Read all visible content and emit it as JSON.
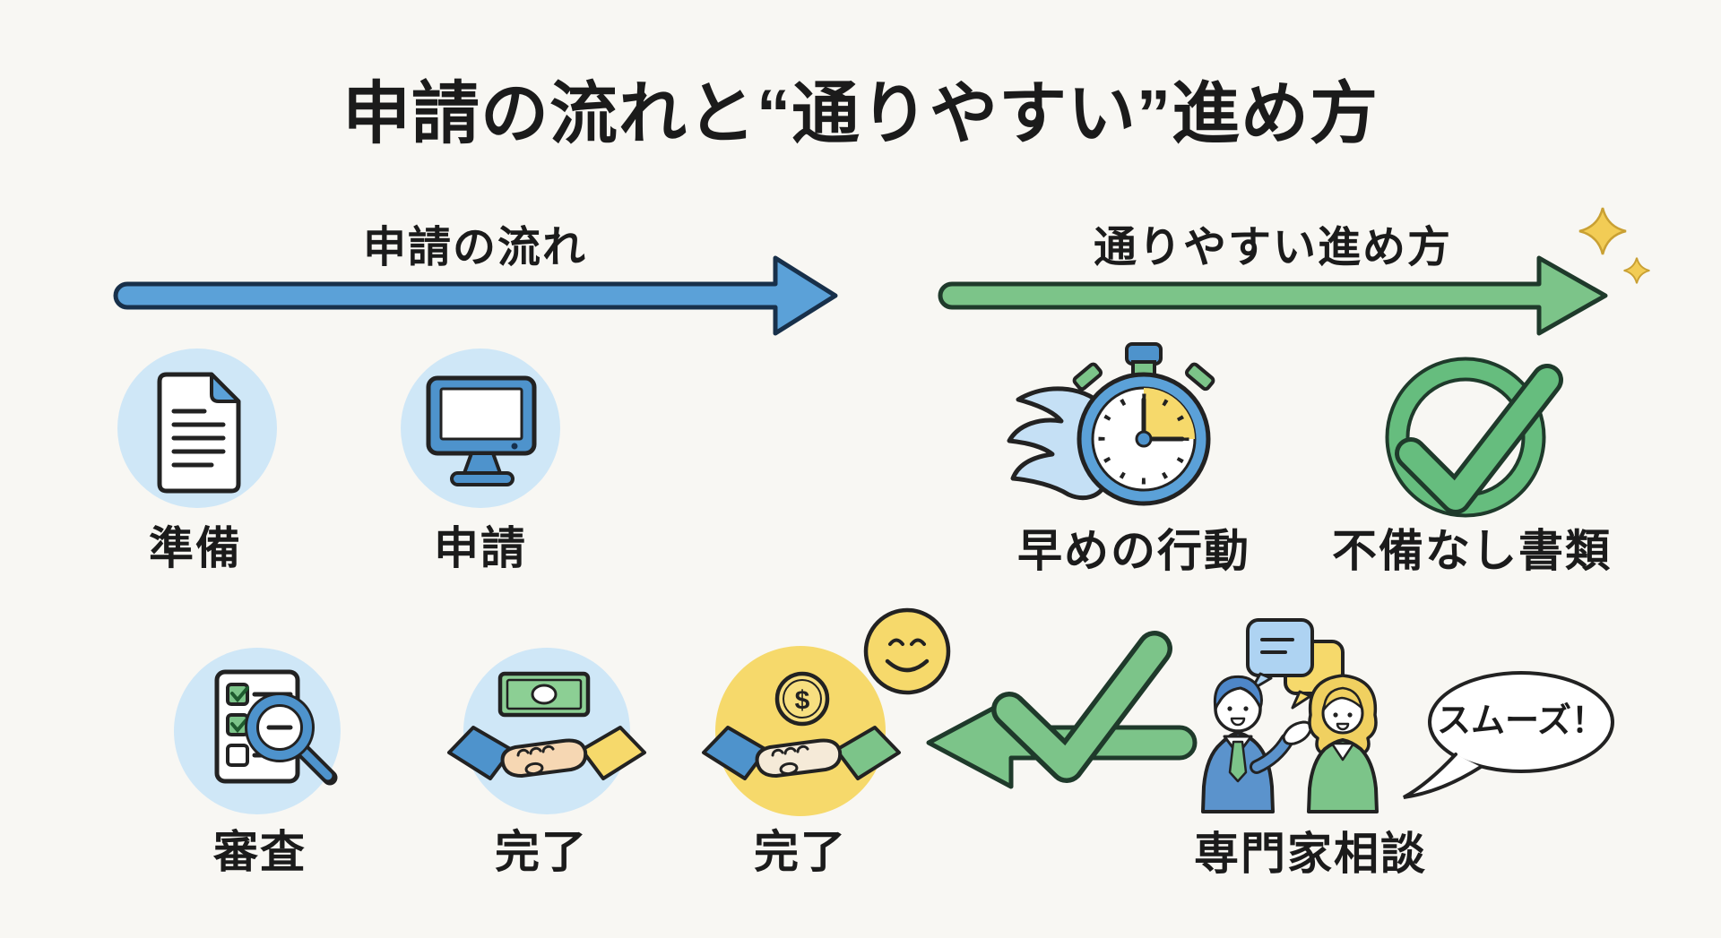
{
  "title": "申請の流れと“通りやすい”進め方",
  "sections": {
    "flow": {
      "header": "申請の流れ",
      "arrow_color": "#5ba1d8",
      "steps": [
        {
          "label": "準備",
          "icon": "document-icon"
        },
        {
          "label": "申請",
          "icon": "computer-monitor-icon"
        },
        {
          "label": "審査",
          "icon": "checklist-magnifier-icon"
        },
        {
          "label": "完了",
          "icon": "money-handshake-icon"
        }
      ]
    },
    "tips": {
      "header": "通りやすい進め方",
      "arrow_color": "#7cc489",
      "items": [
        {
          "label": "早めの行動",
          "icon": "winged-stopwatch-icon"
        },
        {
          "label": "不備なし書類",
          "icon": "check-circle-icon"
        },
        {
          "label": "専門家相談",
          "icon": "expert-consultation-icon"
        }
      ]
    },
    "result": {
      "label": "完了",
      "icon": "handshake-coin-icon"
    }
  },
  "speech": {
    "smooth": "スムーズ！"
  },
  "coin_symbol": "$",
  "colors": {
    "background": "#f8f7f3",
    "blue": "#5ba1d8",
    "steel_blue": "#4e93cc",
    "light_blue_circle": "#cfe7f7",
    "green": "#7cc489",
    "check_green": "#66bd7e",
    "yellow": "#f6d96b",
    "skin": "#f6d7b3",
    "outline": "#1b1b1b"
  }
}
